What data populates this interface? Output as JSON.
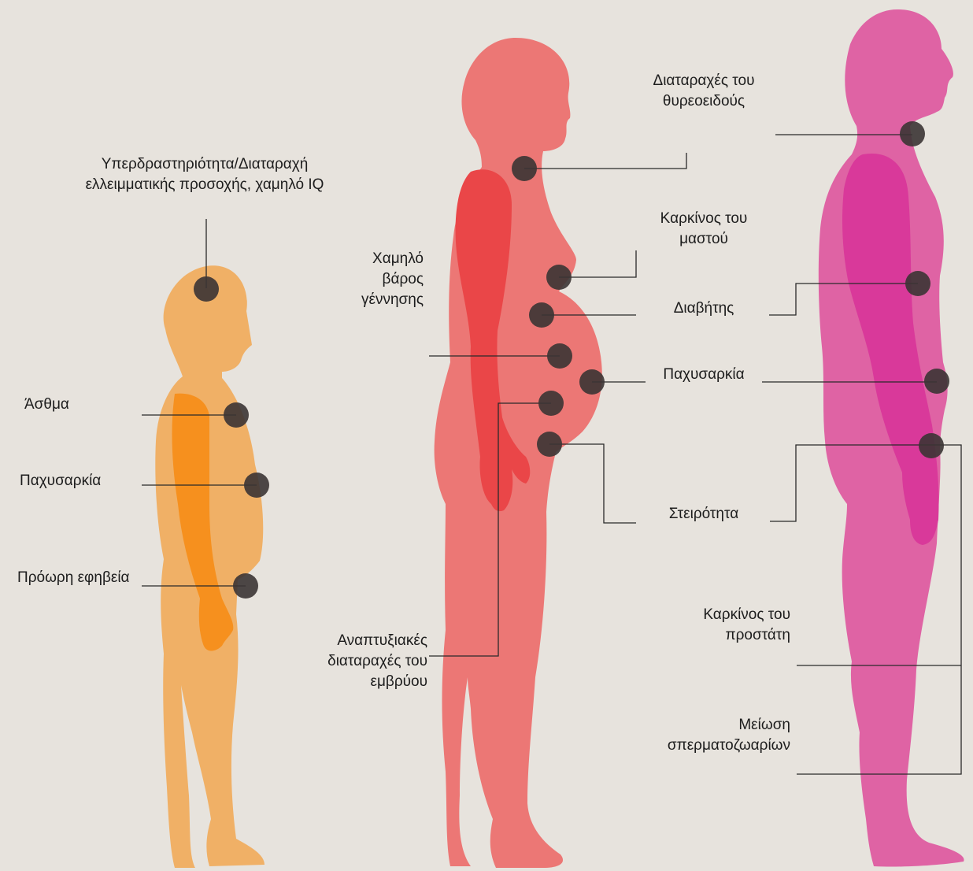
{
  "colors": {
    "background": "#e7e3dd",
    "child_body": "#f0b066",
    "child_limb": "#f6901e",
    "pregnant_body": "#ec7775",
    "pregnant_limb": "#ea4648",
    "man_body": "#df63a4",
    "man_limb": "#d9399a",
    "marker": "#3b3434",
    "line": "#2a2a2a"
  },
  "figures": [
    {
      "name": "child",
      "icon": "child-silhouette"
    },
    {
      "name": "pregnant-woman",
      "icon": "pregnant-woman-silhouette"
    },
    {
      "name": "man",
      "icon": "man-silhouette"
    }
  ],
  "child": {
    "adhd": [
      "Υπερδραστηριότητα/Διαταραχή",
      "ελλειμματικής προσοχής, χαμηλό IQ"
    ],
    "asthma": "Άσθμα",
    "obesity": "Παχυσαρκία",
    "early_puberty": "Πρόωρη εφηβεία"
  },
  "pregnant": {
    "low_birth_weight": [
      "Χαμηλό",
      "βάρος",
      "γέννησης"
    ],
    "fetal_disorders": [
      "Αναπτυξιακές",
      "διαταραχές του",
      "εμβρύου"
    ]
  },
  "adult": {
    "thyroid": [
      "Διαταραχές του",
      "θυρεοειδούς"
    ],
    "breast_cancer": [
      "Καρκίνος του",
      "μαστού"
    ],
    "diabetes": "Διαβήτης",
    "obesity": "Παχυσαρκία",
    "infertility": "Στειρότητα",
    "prostate_cancer": [
      "Καρκίνος του",
      "προστάτη"
    ],
    "sperm_reduction": [
      "Μείωση",
      "σπερματοζωαρίων"
    ]
  }
}
